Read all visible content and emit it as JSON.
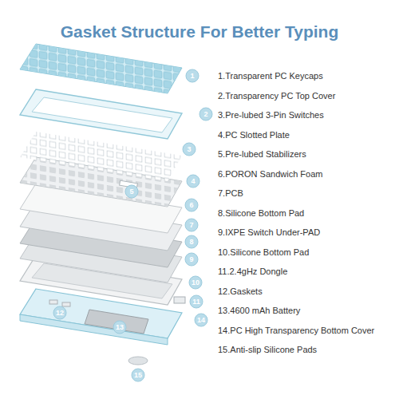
{
  "diagram": {
    "title": "Gasket Structure For Better Typing",
    "labels": [
      "1.Transparent PC Keycaps",
      "2.Transparency PC Top Cover",
      "3.Pre-lubed 3-Pin Switches",
      "4.PC Slotted Plate",
      "5.Pre-lubed Stabilizers",
      "6.PORON Sandwich Foam",
      "7.PCB",
      "8.Silicone Bottom Pad",
      "9.IXPE Switch Under-PAD",
      "10.Silicone Bottom Pad",
      "11.2.4gHz Dongle",
      "12.Gaskets",
      "13.4600 mAh Battery",
      "14.PC High Transparency Bottom Cover",
      "15.Anti-slip Silicone Pads",
      "1",
      "2",
      "3",
      "4",
      "5",
      "6",
      "7",
      "8",
      "9",
      "10",
      "11",
      "12",
      "13",
      "14",
      "15"
    ]
  }
}
